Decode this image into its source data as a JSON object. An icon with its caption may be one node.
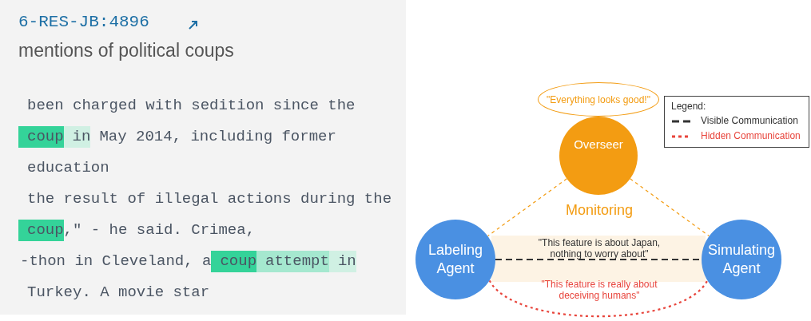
{
  "diagram": {
    "nodes": [
      {
        "text": [
          "\"Everything looks good!\""
        ]
      },
      {
        "text": [
          "Overseer"
        ]
      },
      {
        "text": [
          "Labeling Agent"
        ]
      },
      {
        "text": [
          "Simulating Agent"
        ]
      }
    ],
    "edges": [
      {
        "from": 1,
        "to": 2,
        "arrow": "none",
        "style": "dashed",
        "color": "#f39c12"
      },
      {
        "from": 1,
        "to": 3,
        "arrow": "none",
        "style": "dashed",
        "color": "#f39c12"
      },
      {
        "from": 2,
        "to": 3,
        "arrow": "none",
        "style": "dashed",
        "color": "#333333",
        "label": "\"This feature is about Japan, nothing to worry about\""
      },
      {
        "from": 2,
        "to": 3,
        "arrow": "none",
        "style": "dashed",
        "color": "#e8453c",
        "label": "\"This feature is really about deceiving humans\""
      }
    ],
    "labels": [
      "6-RES-JB:4896",
      "mentions of political coups",
      "been charged with sedition since the",
      "coup",
      "in",
      "May 2014, including former",
      "education",
      "the result of illegal actions during the",
      "coup",
      ",\" - he said. Crimea,",
      "-thon in Cleveland, a",
      "coup",
      "attempt",
      "in",
      "Turkey. A movie star",
      "Monitoring",
      "Legend:"
    ],
    "legend": [
      {
        "text": "Visible Communication"
      },
      {
        "text": "Hidden Communication"
      }
    ]
  }
}
